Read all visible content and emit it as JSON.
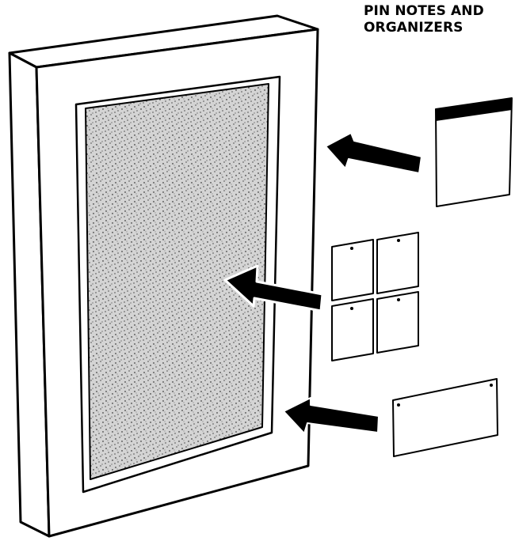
{
  "caption": {
    "line1": "PIN NOTES AND",
    "line2": "ORGANIZERS"
  },
  "colors": {
    "ink": "#000000",
    "paper": "#ffffff",
    "cork": "#d4d4d4"
  },
  "items": {
    "board": "cork-pinboard-frame",
    "note_large": "note-card-with-header-band",
    "notes_small": "four-small-note-cards",
    "note_wide": "wide-landscape-card",
    "arrows": "three-arrows-pointing-to-board"
  }
}
